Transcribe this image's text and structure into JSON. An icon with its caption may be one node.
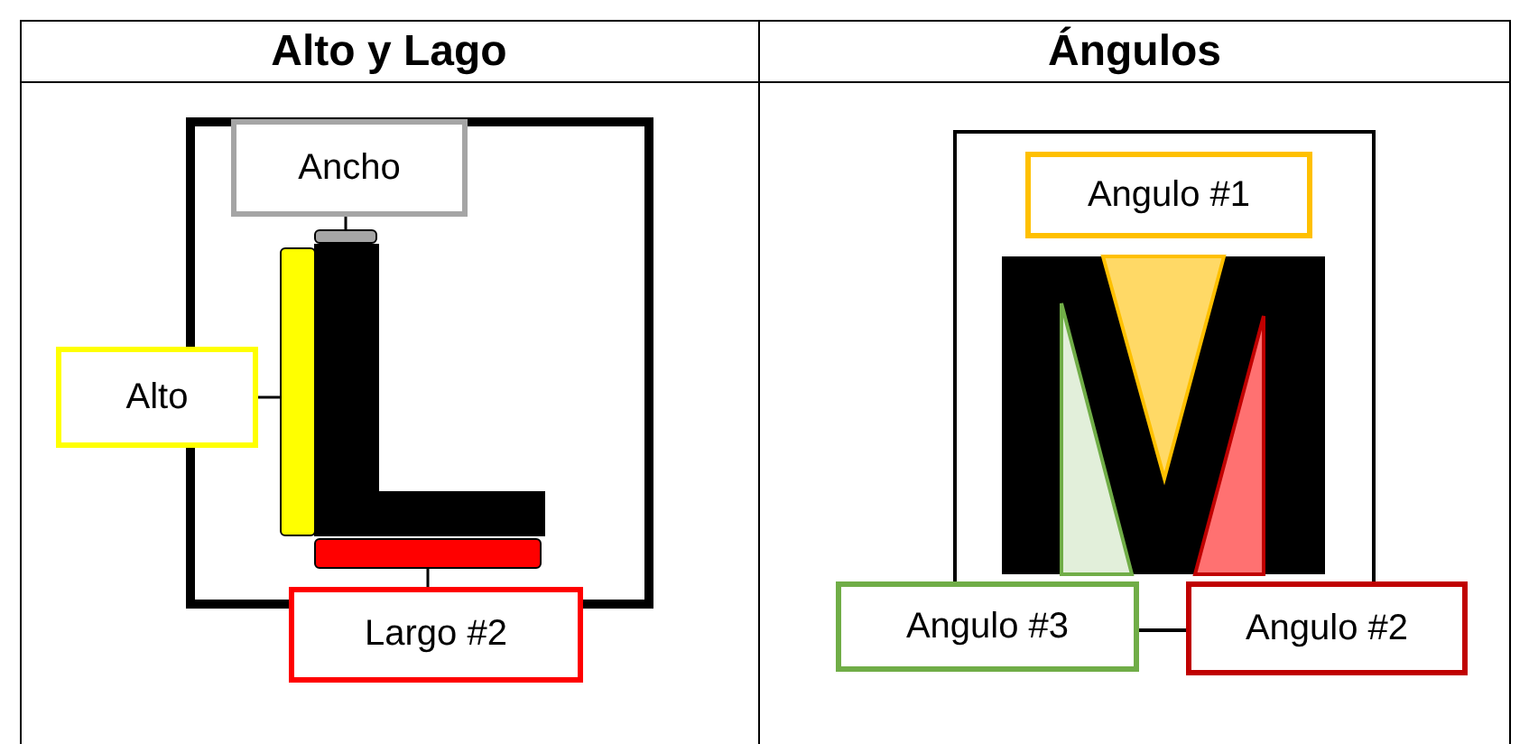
{
  "diagram": {
    "nodes": [
      {
        "text": [
          "Ancho"
        ]
      },
      {
        "text": [
          "Alto"
        ]
      },
      {
        "text": [
          "Largo #2"
        ]
      },
      {
        "text": [
          "Angulo #1"
        ]
      },
      {
        "text": [
          "Angulo #3"
        ]
      },
      {
        "text": [
          "Angulo #2"
        ]
      },
      {
        "text": [],
        "shape": "bar"
      },
      {
        "text": [],
        "shape": "bar"
      },
      {
        "text": [],
        "shape": "bar"
      }
    ],
    "edges": [
      {
        "from": 0,
        "to": 6,
        "arrow": "none"
      },
      {
        "from": 1,
        "to": 7,
        "arrow": "none"
      },
      {
        "from": 2,
        "to": 8,
        "arrow": "none"
      }
    ],
    "labels": [
      "Alto y Lago",
      "Ángulos"
    ]
  }
}
